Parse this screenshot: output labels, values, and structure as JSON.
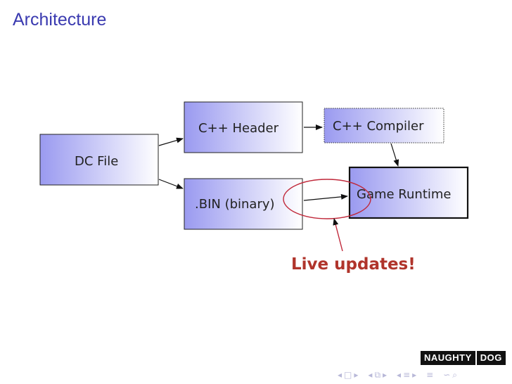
{
  "slide": {
    "title": "Architecture"
  },
  "diagram": {
    "nodes": {
      "dc_file": "DC File",
      "cpp_header": "C++ Header",
      "bin": ".BIN (binary)",
      "cpp_compiler": "C++ Compiler",
      "game_runtime": "Game Runtime"
    },
    "callout": "Live updates!",
    "colors": {
      "box_gradient_left": "#9a9af0",
      "box_gradient_right": "#ffffff",
      "highlight_ellipse": "#c0283a",
      "callout_text": "#b0342b"
    }
  },
  "logo": {
    "word_left": "NAUGHTY",
    "word_right": "DOG"
  },
  "navigation": {
    "icons": [
      "nav-first-icon",
      "nav-frame-icon",
      "nav-prev-icon",
      "nav-section-icon",
      "nav-next-icon",
      "nav-align-icon",
      "nav-search-icon"
    ]
  }
}
